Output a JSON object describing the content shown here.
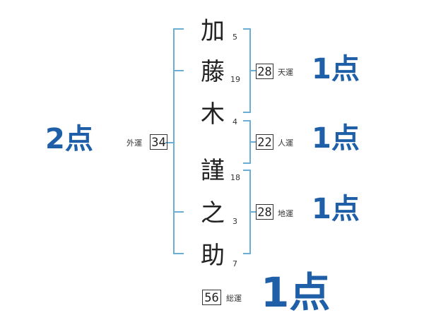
{
  "name": {
    "characters": [
      {
        "char": "加",
        "strokes": "5"
      },
      {
        "char": "藤",
        "strokes": "19"
      },
      {
        "char": "木",
        "strokes": "4"
      },
      {
        "char": "謹",
        "strokes": "18"
      },
      {
        "char": "之",
        "strokes": "3"
      },
      {
        "char": "助",
        "strokes": "7"
      }
    ]
  },
  "fortunes": {
    "tenun": {
      "label": "天運",
      "value": "28",
      "score": "1点"
    },
    "jinun": {
      "label": "人運",
      "value": "22",
      "score": "1点"
    },
    "chiun": {
      "label": "地運",
      "value": "28",
      "score": "1点"
    },
    "gaiun": {
      "label": "外運",
      "value": "34",
      "score": "2点"
    },
    "souun": {
      "label": "総運",
      "value": "56",
      "score": "1点"
    }
  },
  "colors": {
    "bracket": "#6baed6",
    "score": "#1f5fa8"
  }
}
